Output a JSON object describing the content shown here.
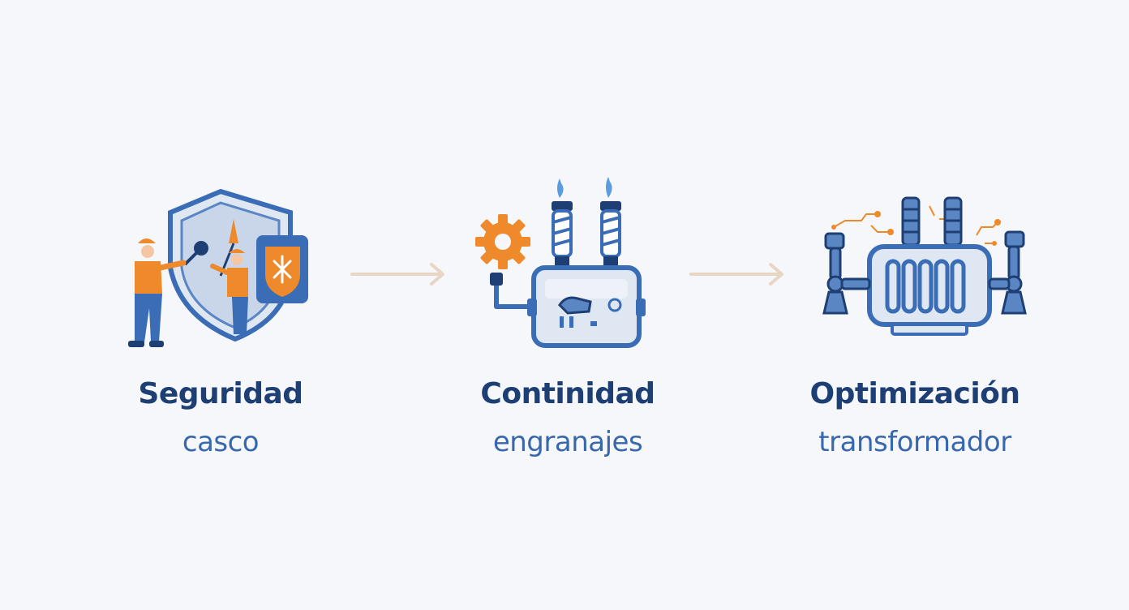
{
  "steps": [
    {
      "title": "Seguridad",
      "subtitle": "casco",
      "icon": "safety-shield-workers-icon"
    },
    {
      "title": "Continidad",
      "subtitle": "engranajes",
      "icon": "transformer-gear-icon"
    },
    {
      "title": "Optimización",
      "subtitle": "transformador",
      "icon": "transformer-robot-arms-icon"
    }
  ],
  "colors": {
    "background": "#f6f7fa",
    "title": "#1e3f73",
    "subtitle": "#3867ad",
    "accent_blue": "#3a6db5",
    "accent_orange": "#ee8a2b",
    "arrow": "#e8d6c5"
  }
}
